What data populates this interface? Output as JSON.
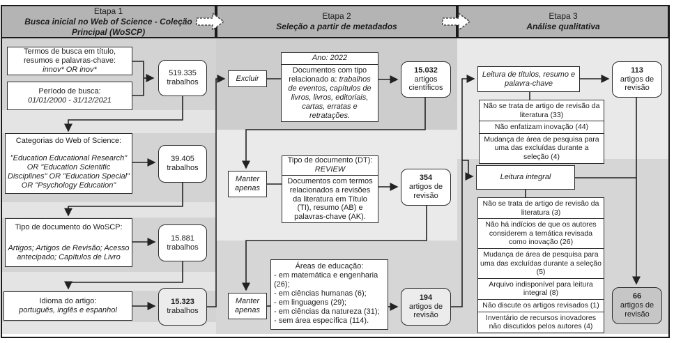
{
  "stages": [
    {
      "label": "Etapa 1",
      "subtitle": "Busca inicial no Web of Science - Coleção Principal (WoSCP)"
    },
    {
      "label": "Etapa 2",
      "subtitle": "Seleção a partir de metadados"
    },
    {
      "label": "Etapa 3",
      "subtitle": "Análise qualitativa"
    }
  ],
  "etapa1": {
    "termos": {
      "l1": "Termos de busca em título,",
      "l2": "resumos e palavras-chave:",
      "query": "innov* OR inov*"
    },
    "periodo": {
      "l1": "Período de busca:",
      "range": "01/01/2000 - 31/12/2021"
    },
    "r519335": {
      "n": "519.335",
      "u1": "trabalhos"
    },
    "categorias": {
      "title": "Categorias do Web of Science:",
      "body": "\"Education Educational Research\" OR \"Education Scientific Disciplines\" OR \"Education Special\" OR \"Psychology Education\""
    },
    "r39405": {
      "n": "39.405",
      "u1": "trabalhos"
    },
    "tipo_documento": {
      "title": "Tipo de documento do WoSCP:",
      "body": "Artigos; Artigos de Revisão; Acesso antecipado; Capítulos de Livro"
    },
    "r15881": {
      "n": "15.881",
      "u1": "trabalhos"
    },
    "idioma": {
      "title": "Idioma do artigo:",
      "body": "português, inglês e espanhol"
    },
    "r15323": {
      "n": "15.323",
      "u1": "trabalhos"
    }
  },
  "etapa2": {
    "excluir": "Excluir",
    "manter_apenas": "Manter apenas",
    "ano": {
      "title": "Ano: 2022",
      "body_regular": "Documentos com tipo relacionado a: ",
      "body_italic": "trabalhos de eventos, capítulos de livros, livros, editoriais, cartas, erratas e retratações."
    },
    "r15032": {
      "n": "15.032",
      "u1": "artigos",
      "u2": "científicos"
    },
    "review": {
      "title1": "Tipo de documento (DT):",
      "title2": "REVIEW",
      "body": "Documentos com termos relacionados a revisões da literatura em Título (TI), resumo (AB) e palavras-chave (AK)."
    },
    "r354": {
      "n": "354",
      "u1": "artigos de",
      "u2": "revisão"
    },
    "areas": {
      "title": "Áreas de educação:",
      "items": [
        "- em matemática e engenharia (26);",
        "- em ciências humanas (6);",
        "- em linguagens (29);",
        "- em ciências da natureza (31);",
        "- sem área específica (114)."
      ]
    },
    "r194": {
      "n": "194",
      "u1": "artigos de",
      "u2": "revisão"
    }
  },
  "etapa3": {
    "leitura_titulos": "Leitura de títulos, resumo e palavra-chave",
    "r113": {
      "n": "113",
      "u1": "artigos de",
      "u2": "revisão"
    },
    "stack1": [
      "Não se trata de artigo de revisão da literatura (33)",
      "Não enfatizam inovação (44)",
      "Mudança de área de pesquisa para uma das excluídas durante a seleção (4)"
    ],
    "leitura_integral": "Leitura integral",
    "stack2": [
      "Não se trata de artigo de revisão da literatura (3)",
      "Não há indícios de que os autores considerem a temática revisada como inovação (26)",
      "Mudança de área de pesquisa para uma das excluídas durante a seleção (5)",
      "Arquivo indisponível para leitura integral (8)",
      "Não discute os artigos revisados (1)",
      "Inventário de recursos inovadores não discutidos pelos autores (4)"
    ],
    "r66": {
      "n": "66",
      "u1": "artigos de",
      "u2": "revisão"
    }
  },
  "colors": {
    "header_bg": "#b4b4b4",
    "band_dark": "#cdcdcd",
    "band_mid": "#d6d6d6",
    "band_light": "#eaeaea",
    "result_highlight": "#ececec",
    "final_highlight": "#c6c6c6",
    "line": "#222222"
  }
}
